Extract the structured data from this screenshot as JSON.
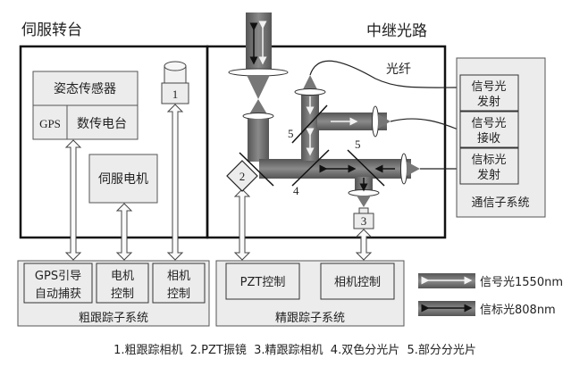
{
  "sections": {
    "servo_turntable": "伺服转台",
    "relay_optics": "中继光路"
  },
  "servo": {
    "attitude_sensor": "姿态传感器",
    "gps": "GPS",
    "data_radio": "数传电台",
    "servo_motor": "伺服电机",
    "camera_number": "1"
  },
  "relay": {
    "fiber_label": "光纤",
    "pzt_number": "2",
    "fine_camera_number": "3",
    "dichroic_number": "4",
    "splitter_number": "5"
  },
  "comm": {
    "title": "通信子系统",
    "items": [
      {
        "line1": "信号光",
        "line2": "发射"
      },
      {
        "line1": "信号光",
        "line2": "接收"
      },
      {
        "line1": "信标光",
        "line2": "发射"
      }
    ]
  },
  "coarse": {
    "title": "粗跟踪子系统",
    "items": [
      {
        "line1": "GPS引导",
        "line2": "自动捕获"
      },
      {
        "line1": "电机",
        "line2": "控制"
      },
      {
        "line1": "相机",
        "line2": "控制"
      }
    ]
  },
  "fine": {
    "title": "精跟踪子系统",
    "items": [
      "PZT控制",
      "相机控制"
    ]
  },
  "legend": {
    "items": [
      {
        "label": "信号光1550nm",
        "arrow_color": "#e8e8e8"
      },
      {
        "label": "信标光808nm",
        "arrow_color": "#111111"
      }
    ]
  },
  "caption": "1.粗跟踪相机  2.PZT振镜  3.精跟踪相机  4.双色分光片  5.部分分光片",
  "colors": {
    "beam": "#6e6e6e",
    "box_fill": "#ececec",
    "line": "#1a1a1a"
  }
}
